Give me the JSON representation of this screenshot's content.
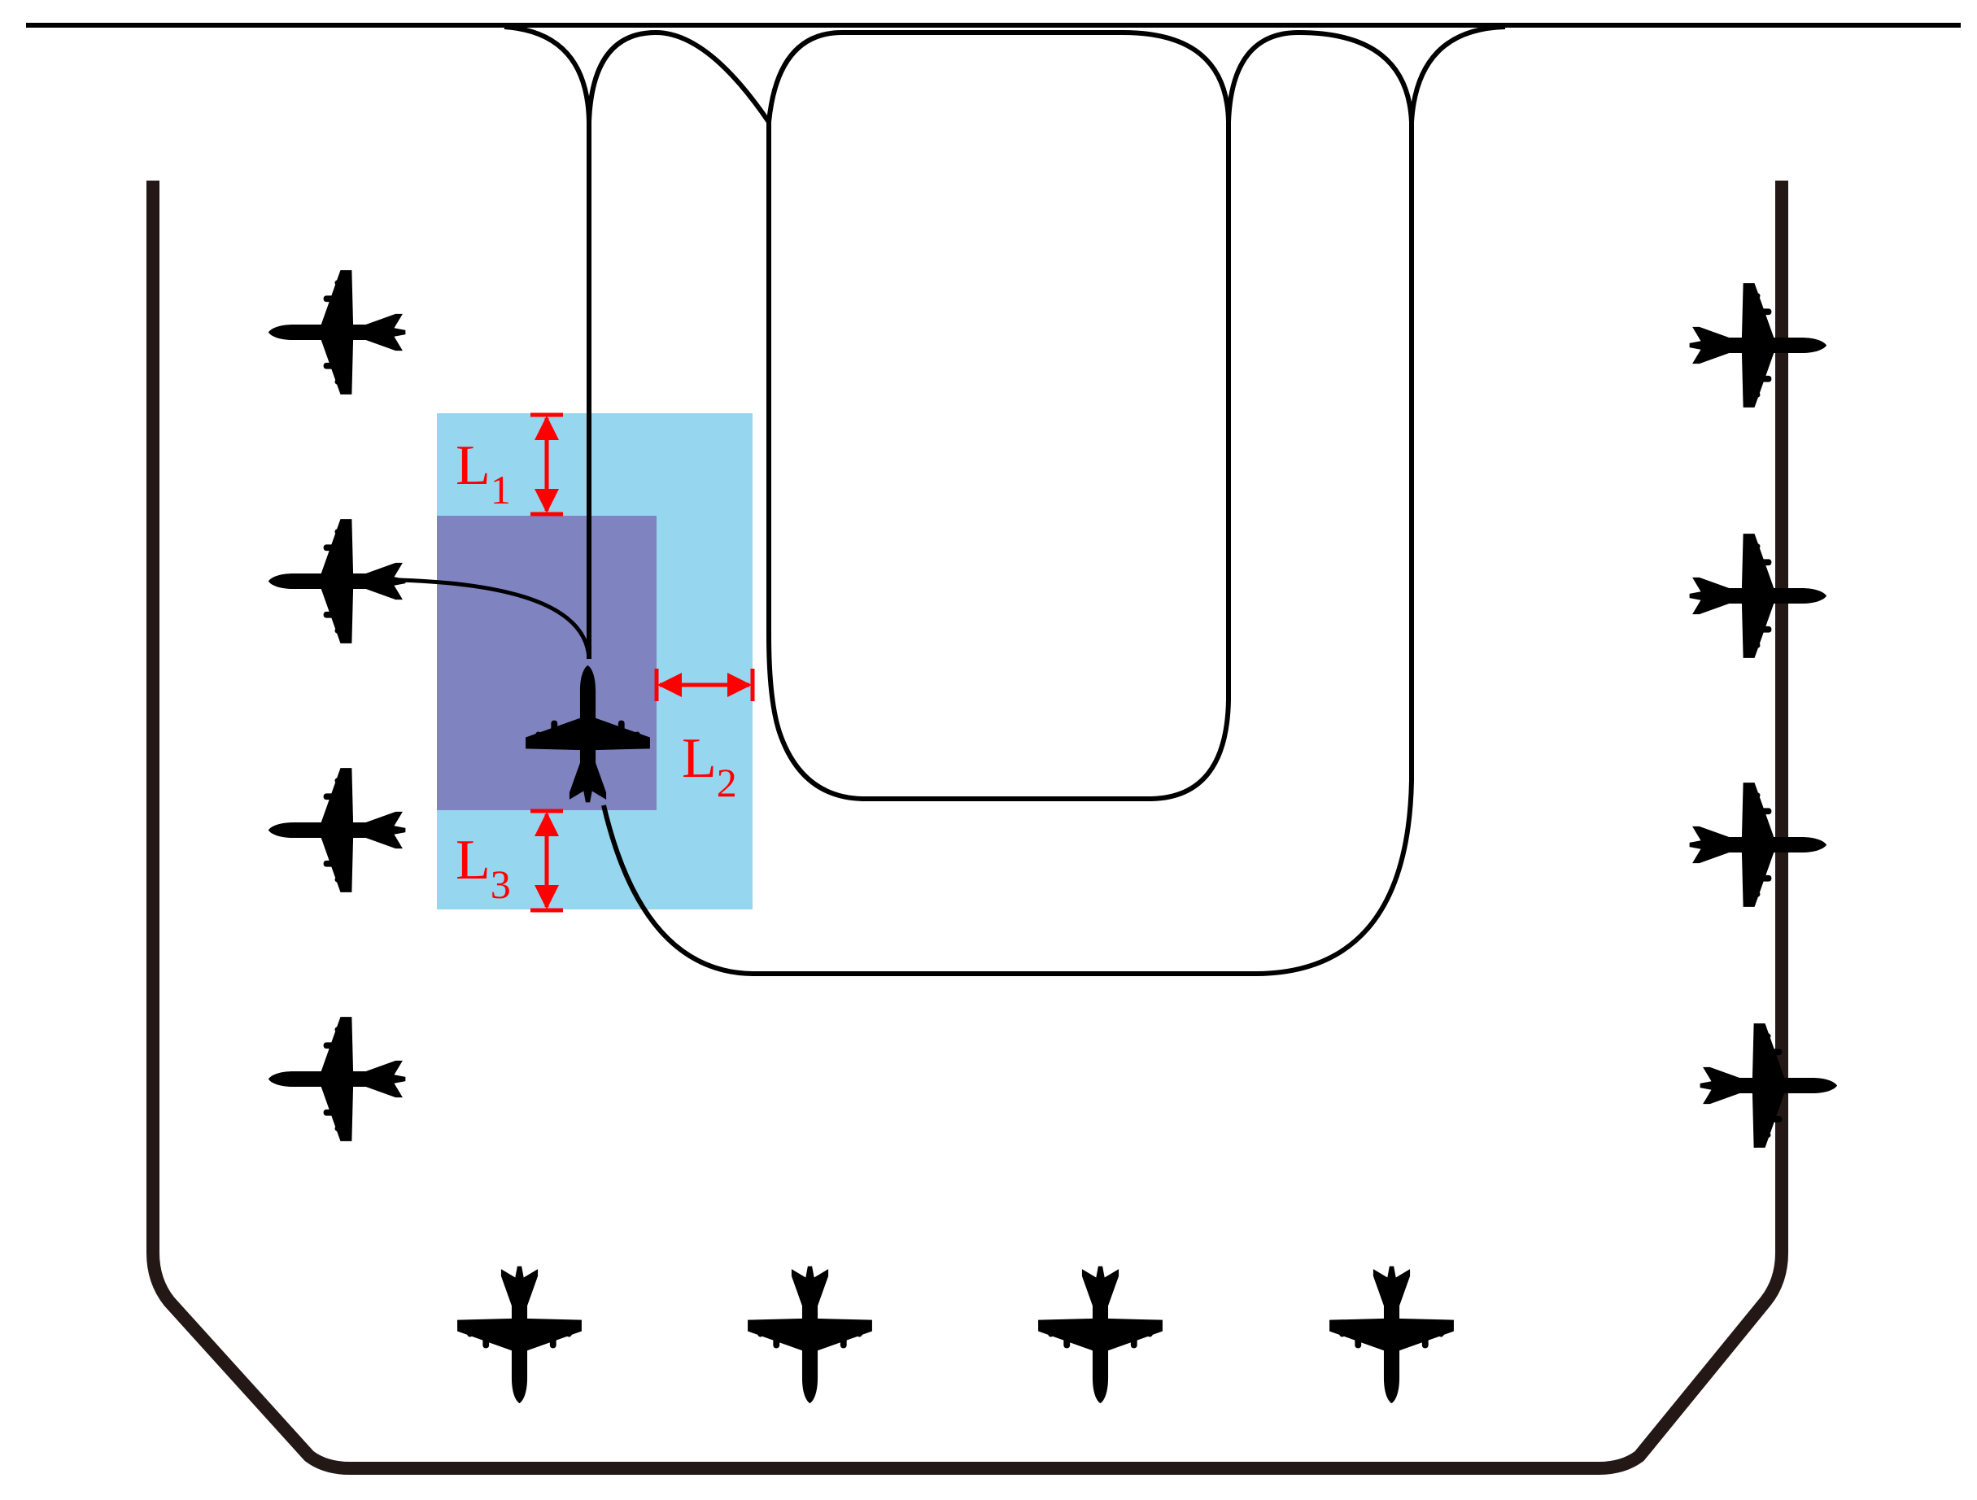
{
  "colors": {
    "background": "#ffffff",
    "outline": "#000000",
    "apron_wall": "#231815",
    "outer_zone": "#97d6ef",
    "inner_zone": "#7f83c0",
    "dimension": "#ff0000"
  },
  "icons": {
    "aircraft": "airplane-icon"
  },
  "labels": {
    "l1": {
      "main": "L",
      "sub": "1"
    },
    "l2": {
      "main": "L",
      "sub": "2"
    },
    "l3": {
      "main": "L",
      "sub": "3"
    }
  }
}
